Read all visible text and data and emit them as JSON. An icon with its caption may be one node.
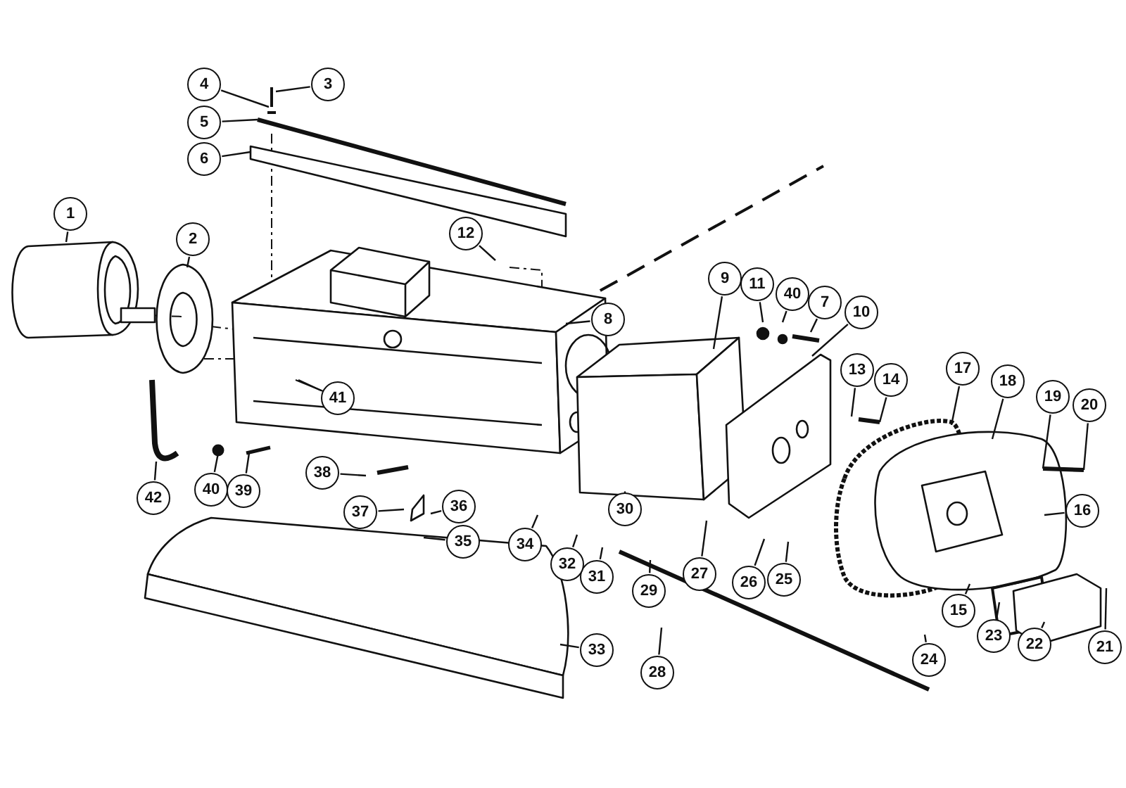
{
  "diagram": {
    "nodes": [
      {
        "text": [
          "1"
        ]
      },
      {
        "text": [
          "2"
        ]
      },
      {
        "text": [
          "3"
        ]
      },
      {
        "text": [
          "4"
        ]
      },
      {
        "text": [
          "5"
        ]
      },
      {
        "text": [
          "6"
        ]
      },
      {
        "text": [
          "7"
        ]
      },
      {
        "text": [
          "8"
        ]
      },
      {
        "text": [
          "9"
        ]
      },
      {
        "text": [
          "10"
        ]
      },
      {
        "text": [
          "11"
        ]
      },
      {
        "text": [
          "40"
        ]
      },
      {
        "text": [
          "12"
        ]
      },
      {
        "text": [
          "13"
        ]
      },
      {
        "text": [
          "14"
        ]
      },
      {
        "text": [
          "15"
        ]
      },
      {
        "text": [
          "16"
        ]
      },
      {
        "text": [
          "17"
        ]
      },
      {
        "text": [
          "18"
        ]
      },
      {
        "text": [
          "19"
        ]
      },
      {
        "text": [
          "20"
        ]
      },
      {
        "text": [
          "21"
        ]
      },
      {
        "text": [
          "22"
        ]
      },
      {
        "text": [
          "23"
        ]
      },
      {
        "text": [
          "24"
        ]
      },
      {
        "text": [
          "25"
        ]
      },
      {
        "text": [
          "26"
        ]
      },
      {
        "text": [
          "27"
        ]
      },
      {
        "text": [
          "28"
        ]
      },
      {
        "text": [
          "29"
        ]
      },
      {
        "text": [
          "30"
        ]
      },
      {
        "text": [
          "31"
        ]
      },
      {
        "text": [
          "32"
        ]
      },
      {
        "text": [
          "33"
        ]
      },
      {
        "text": [
          "34"
        ]
      },
      {
        "text": [
          "35"
        ]
      },
      {
        "text": [
          "36"
        ]
      },
      {
        "text": [
          "37"
        ]
      },
      {
        "text": [
          "38"
        ]
      },
      {
        "text": [
          "39"
        ]
      },
      {
        "text": [
          "40"
        ]
      },
      {
        "text": [
          "41"
        ]
      },
      {
        "text": [
          "42"
        ]
      }
    ],
    "edges": [
      {
        "from": 0,
        "to": null,
        "arrow": "none"
      },
      {
        "from": 1,
        "to": null,
        "arrow": "none"
      },
      {
        "from": 2,
        "to": null,
        "arrow": "none"
      },
      {
        "from": 3,
        "to": null,
        "arrow": "none"
      },
      {
        "from": 4,
        "to": null,
        "arrow": "none"
      },
      {
        "from": 5,
        "to": null,
        "arrow": "none"
      },
      {
        "from": 6,
        "to": null,
        "arrow": "none"
      },
      {
        "from": 7,
        "to": null,
        "arrow": "none"
      },
      {
        "from": 8,
        "to": null,
        "arrow": "none"
      },
      {
        "from": 9,
        "to": null,
        "arrow": "none"
      },
      {
        "from": 10,
        "to": null,
        "arrow": "none"
      },
      {
        "from": 11,
        "to": null,
        "arrow": "none"
      },
      {
        "from": 12,
        "to": null,
        "arrow": "none"
      },
      {
        "from": 13,
        "to": null,
        "arrow": "none"
      },
      {
        "from": 14,
        "to": null,
        "arrow": "none"
      },
      {
        "from": 15,
        "to": null,
        "arrow": "none"
      },
      {
        "from": 16,
        "to": null,
        "arrow": "none"
      },
      {
        "from": 17,
        "to": null,
        "arrow": "none"
      },
      {
        "from": 18,
        "to": null,
        "arrow": "none"
      },
      {
        "from": 19,
        "to": null,
        "arrow": "none"
      },
      {
        "from": 20,
        "to": null,
        "arrow": "none"
      },
      {
        "from": 21,
        "to": null,
        "arrow": "none"
      },
      {
        "from": 22,
        "to": null,
        "arrow": "none"
      },
      {
        "from": 23,
        "to": null,
        "arrow": "none"
      },
      {
        "from": 24,
        "to": null,
        "arrow": "none"
      },
      {
        "from": 25,
        "to": null,
        "arrow": "none"
      },
      {
        "from": 26,
        "to": null,
        "arrow": "none"
      },
      {
        "from": 27,
        "to": null,
        "arrow": "none"
      },
      {
        "from": 28,
        "to": null,
        "arrow": "none"
      },
      {
        "from": 29,
        "to": null,
        "arrow": "none"
      },
      {
        "from": 30,
        "to": null,
        "arrow": "none"
      },
      {
        "from": 31,
        "to": null,
        "arrow": "none"
      },
      {
        "from": 32,
        "to": null,
        "arrow": "none"
      },
      {
        "from": 33,
        "to": null,
        "arrow": "none"
      },
      {
        "from": 34,
        "to": null,
        "arrow": "none"
      },
      {
        "from": 35,
        "to": null,
        "arrow": "none"
      },
      {
        "from": 36,
        "to": null,
        "arrow": "none"
      },
      {
        "from": 37,
        "to": null,
        "arrow": "none"
      },
      {
        "from": 38,
        "to": null,
        "arrow": "none"
      },
      {
        "from": 39,
        "to": null,
        "arrow": "none"
      },
      {
        "from": 40,
        "to": null,
        "arrow": "none"
      },
      {
        "from": 41,
        "to": null,
        "arrow": "none"
      },
      {
        "from": 42,
        "to": null,
        "arrow": "none"
      }
    ]
  }
}
